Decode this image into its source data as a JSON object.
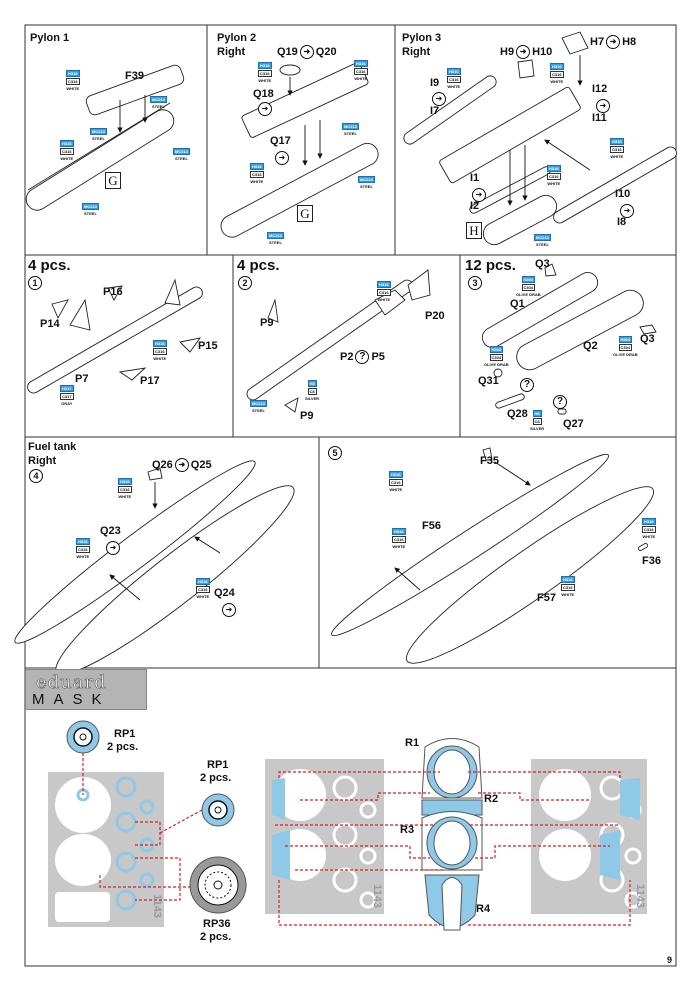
{
  "paints": {
    "white": {
      "h": "H316",
      "c": "C316",
      "name": "WHITE"
    },
    "steel": {
      "h": "MC213",
      "name": "STEEL"
    },
    "gray": {
      "h": "H317",
      "c": "C317",
      "name": "GRAY"
    },
    "olive": {
      "h": "H304",
      "c": "C304",
      "name": "OLIVE DRAB"
    },
    "silver": {
      "h": "H8",
      "c": "C8",
      "name": "SILVER"
    }
  },
  "panels": {
    "pylon1": {
      "title": "Pylon 1",
      "parts": [
        "F39"
      ],
      "section": "G"
    },
    "pylon2": {
      "title_line1": "Pylon 2",
      "title_line2": "Right",
      "parts": [
        "Q19",
        "Q20",
        "Q18",
        "Q17"
      ],
      "section": "G"
    },
    "pylon3": {
      "title_line1": "Pylon 3",
      "title_line2": "Right",
      "parts": [
        "H9",
        "H10",
        "H7",
        "H8",
        "I9",
        "I7",
        "I12",
        "I11",
        "I1",
        "I2",
        "I10",
        "I8"
      ],
      "section": "H"
    },
    "step1": {
      "qty": "4 pcs.",
      "step": "1",
      "parts": [
        "P16",
        "P14",
        "P15",
        "P7",
        "P17"
      ]
    },
    "step2": {
      "qty": "4 pcs.",
      "step": "2",
      "parts": [
        "P9",
        "P20",
        "P2",
        "P5",
        "P9"
      ]
    },
    "step3": {
      "qty": "12 pcs.",
      "step": "3",
      "parts": [
        "Q3",
        "Q1",
        "Q2",
        "Q3",
        "Q31",
        "Q28",
        "Q27"
      ]
    },
    "step4": {
      "title_line1": "Fuel tank",
      "title_line2": "Right",
      "step": "4",
      "parts": [
        "Q26",
        "Q25",
        "Q23",
        "Q24"
      ]
    },
    "step5": {
      "step": "5",
      "parts": [
        "F35",
        "F56",
        "F36",
        "F57"
      ]
    }
  },
  "symbols": {
    "optional": "?",
    "flip": "➜"
  },
  "mask": {
    "logo_top": "eduard",
    "logo_bottom": "MASK",
    "sheet_code": "1143",
    "rp1_a": {
      "name": "RP1",
      "qty": "2 pcs."
    },
    "rp1_b": {
      "name": "RP1",
      "qty": "2 pcs."
    },
    "rp36": {
      "name": "RP36",
      "qty": "2 pcs."
    },
    "canopy": [
      "R1",
      "R2",
      "R3",
      "R4"
    ]
  },
  "page_number": "9"
}
